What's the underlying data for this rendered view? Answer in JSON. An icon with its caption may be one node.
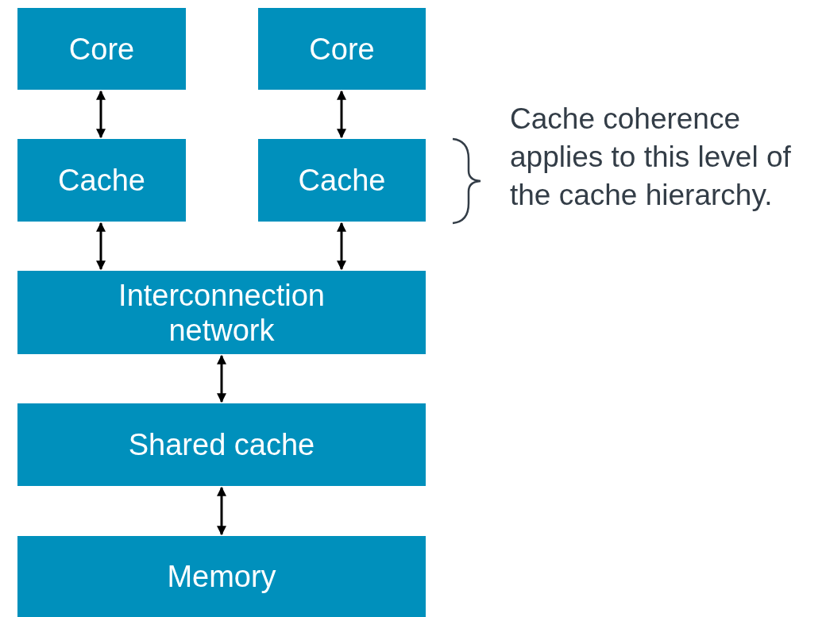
{
  "diagram": {
    "nodes": [
      {
        "text": [
          "Core"
        ]
      },
      {
        "text": [
          "Core"
        ]
      },
      {
        "text": [
          "Cache"
        ]
      },
      {
        "text": [
          "Cache"
        ]
      },
      {
        "text": [
          "Interconnection network"
        ]
      },
      {
        "text": [
          "Shared cache"
        ]
      },
      {
        "text": [
          "Memory"
        ]
      }
    ],
    "edges": [
      {
        "from": 0,
        "to": 2,
        "arrow": "both"
      },
      {
        "from": 1,
        "to": 3,
        "arrow": "both"
      },
      {
        "from": 2,
        "to": 4,
        "arrow": "both"
      },
      {
        "from": 3,
        "to": 4,
        "arrow": "both"
      },
      {
        "from": 4,
        "to": 5,
        "arrow": "both"
      },
      {
        "from": 5,
        "to": 6,
        "arrow": "both"
      }
    ],
    "labels": [
      "Cache coherence applies to this level of the cache hierarchy."
    ]
  }
}
